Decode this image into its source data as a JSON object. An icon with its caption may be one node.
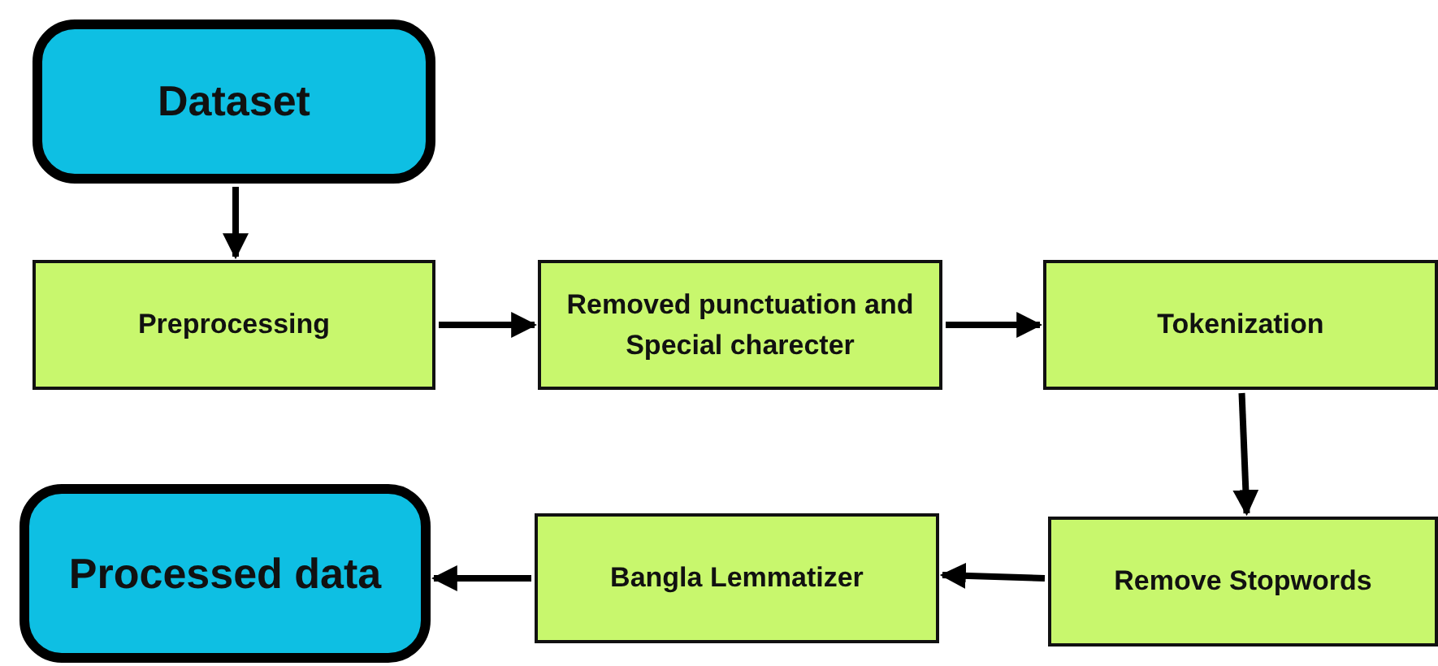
{
  "diagram": {
    "nodes": [
      {
        "text": [
          "Dataset"
        ]
      },
      {
        "text": [
          "Preprocessing"
        ]
      },
      {
        "text": [
          "Removed punctuation and Special charecter"
        ]
      },
      {
        "text": [
          "Tokenization"
        ]
      },
      {
        "text": [
          "Remove Stopwords"
        ]
      },
      {
        "text": [
          "Bangla Lemmatizer"
        ]
      },
      {
        "text": [
          "Processed data"
        ]
      }
    ],
    "edges": [
      {
        "from": 0,
        "to": 1,
        "arrow": "to"
      },
      {
        "from": 1,
        "to": 2,
        "arrow": "to"
      },
      {
        "from": 2,
        "to": 3,
        "arrow": "to"
      },
      {
        "from": 3,
        "to": 4,
        "arrow": "to"
      },
      {
        "from": 4,
        "to": 5,
        "arrow": "to"
      },
      {
        "from": 5,
        "to": 6,
        "arrow": "to"
      }
    ]
  }
}
